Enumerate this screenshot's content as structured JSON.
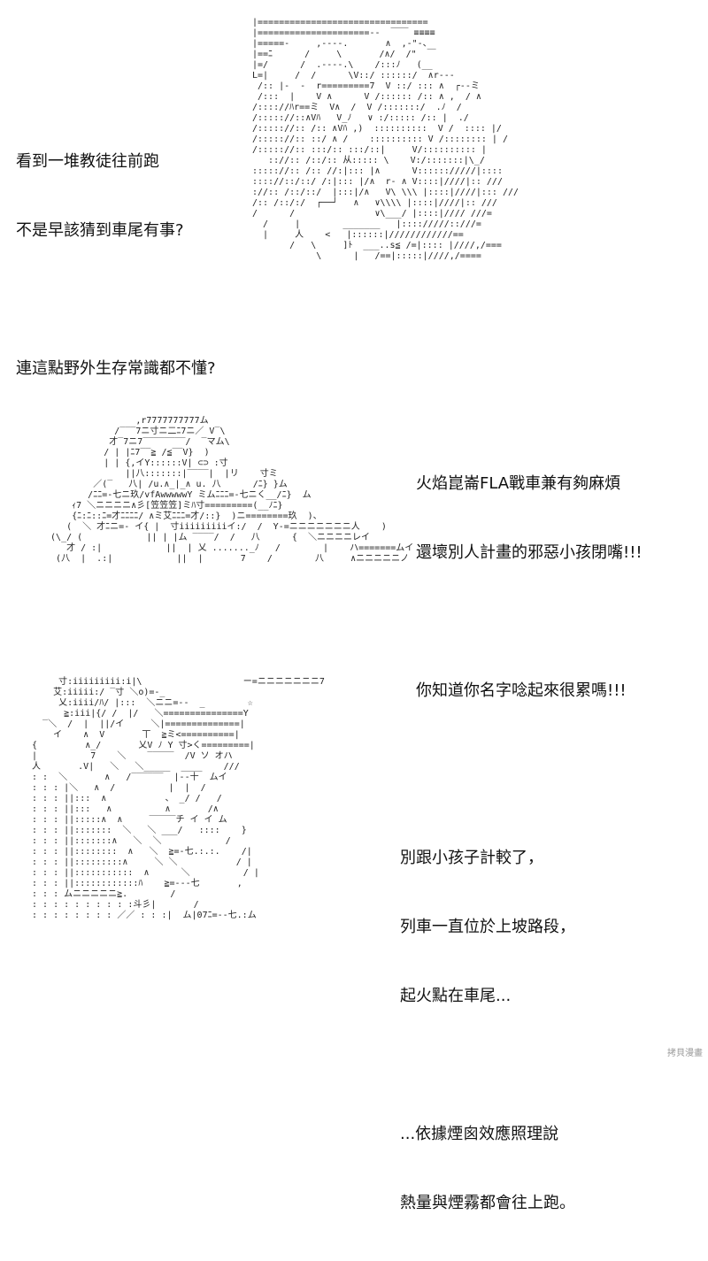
{
  "panels": [
    {
      "dialogue": [
        "看到一堆教徒往前跑",
        "不是早該猜到車尾有事?",
        "",
        "連這點野外生存常識都不懂?"
      ]
    },
    {
      "dialogue": [
        "火焰崑崙FLA戰車兼有夠麻煩",
        "還壞別人計畫的邪惡小孩閉嘴!!!",
        "",
        "你知道你名字唸起來很累嗎!!!"
      ]
    },
    {
      "dialogue": [
        "別跟小孩子計較了，",
        "列車一直位於上坡路段，",
        "起火點在車尾...",
        "",
        "...依據煙囪效應照理說",
        "熱量與煙霧都會往上跑。"
      ]
    }
  ],
  "watermark": "拷貝漫畫"
}
